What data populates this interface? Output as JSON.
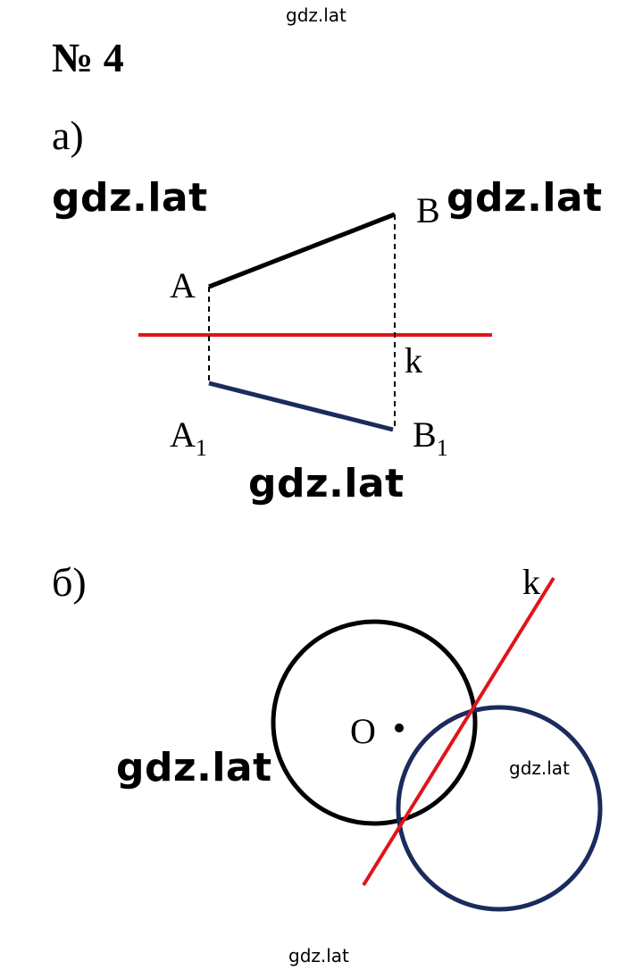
{
  "watermarks": {
    "top": "gdz.lat",
    "left_a": "gdz.lat",
    "right_b": "gdz.lat",
    "mid": "gdz.lat",
    "left_circle": "gdz.lat",
    "inside_circle": "gdz.lat",
    "bottom": "gdz.lat"
  },
  "problem_title": "№ 4",
  "part_a": {
    "label": "а)",
    "points": {
      "A": "A",
      "B": "B",
      "A1_base": "A",
      "A1_sub": "1",
      "B1_base": "B",
      "B1_sub": "1",
      "k": "k"
    }
  },
  "part_b": {
    "label": "б)",
    "points": {
      "O": "O",
      "k": "k"
    }
  },
  "colors": {
    "axis_line": "#e0141b",
    "original": "#000000",
    "image": "#1a2b5c"
  }
}
